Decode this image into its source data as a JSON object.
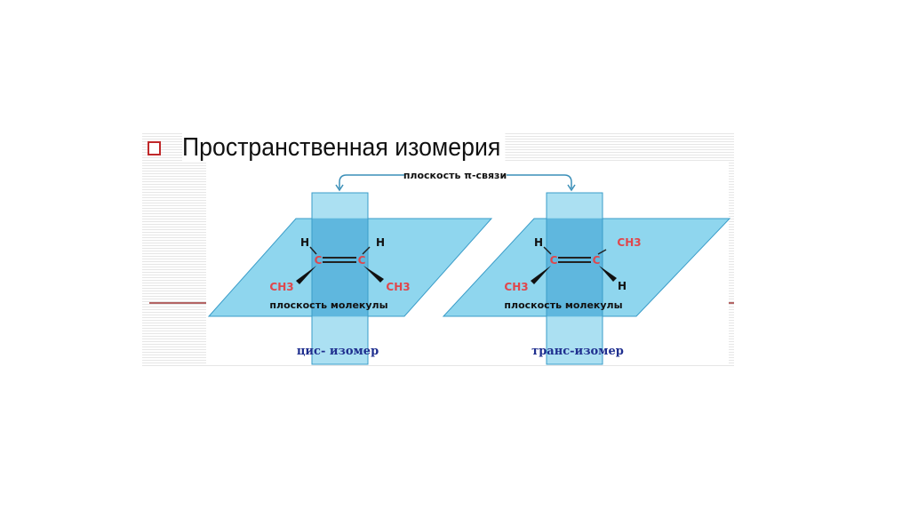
{
  "slide": {
    "title": "Пространственная изомерия",
    "diagram": {
      "pi_plane_label": "плоскость π-связи",
      "cis": {
        "label": "цис- изомер",
        "plane_label": "плоскость молекулы",
        "top_left": "H",
        "top_right": "H",
        "bottom_left": "CH3",
        "bottom_right": "CH3",
        "carbon": "C"
      },
      "trans": {
        "label": "транс-изомер",
        "plane_label": "плоскость молекулы",
        "top_left": "H",
        "top_right": "CH3",
        "bottom_left": "CH3",
        "bottom_right": "H",
        "carbon": "C"
      }
    },
    "colors": {
      "plane": "#8fd6ee",
      "overlap": "#5fb7de",
      "atom_red": "#e0474c",
      "label_blue": "#1f2f8f",
      "bullet": "#c0282a"
    }
  }
}
